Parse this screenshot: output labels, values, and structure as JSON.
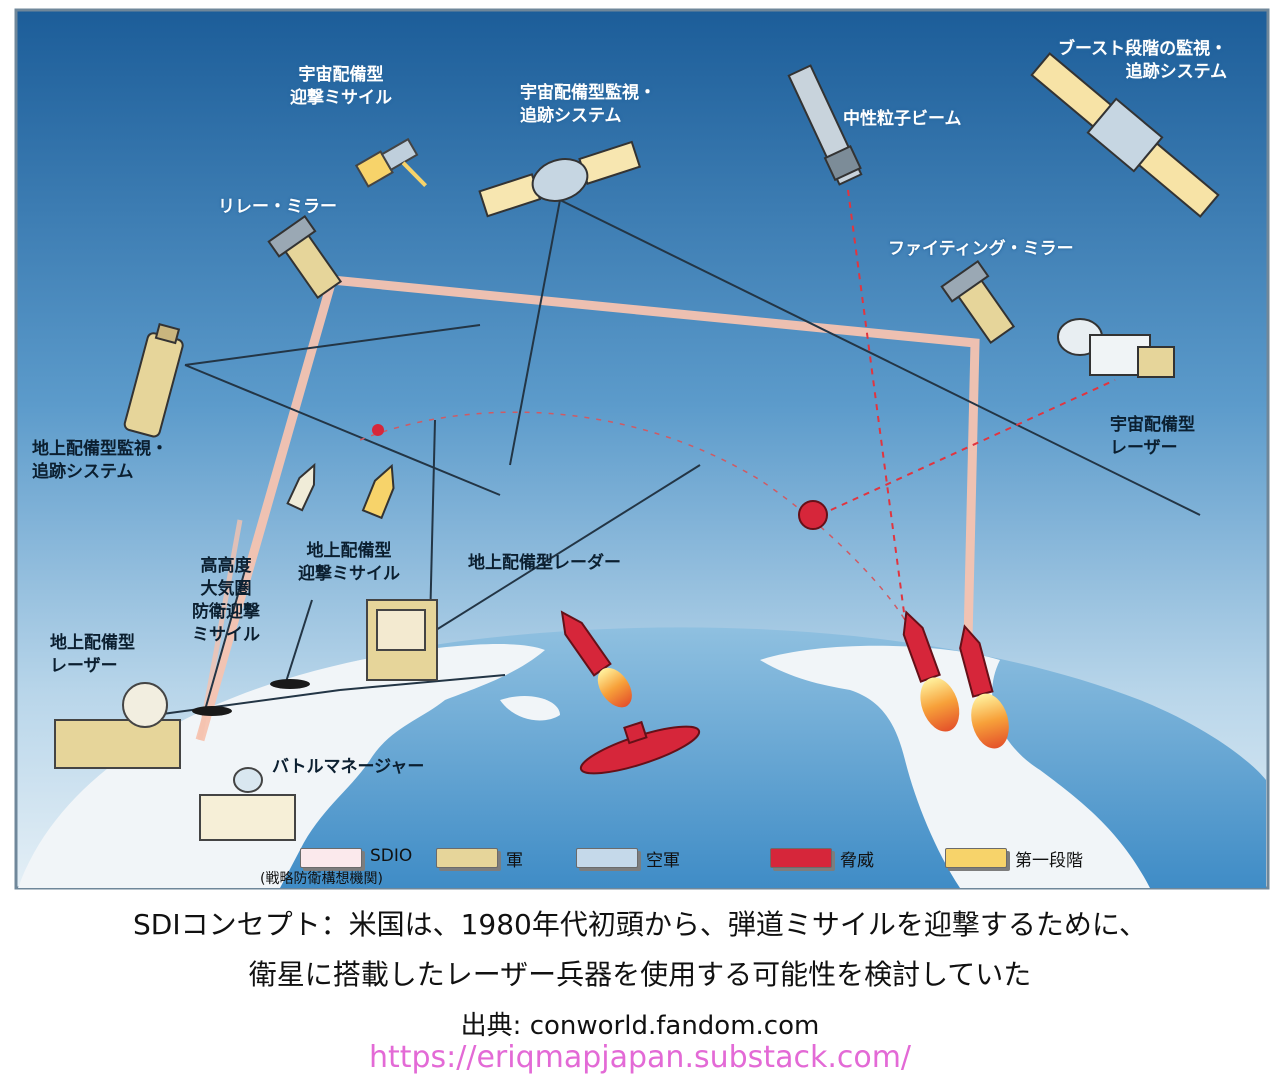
{
  "labels": {
    "space_interceptor": "宇宙配備型\n迎撃ミサイル",
    "space_tracking": "宇宙配備型監視・\n追跡システム",
    "neutral_beam": "中性粒子ビーム",
    "boost_tracking": "ブースト段階の監視・\n追跡システム",
    "relay_mirror": "リレー・ミラー",
    "fighting_mirror": "ファイティング・ミラー",
    "space_laser": "宇宙配備型\nレーザー",
    "ground_tracking": "地上配備型監視・\n追跡システム",
    "hedi": "高高度\n大気圏\n防衛迎撃\nミサイル",
    "ground_interceptor": "地上配備型\n迎撃ミサイル",
    "ground_radar": "地上配備型レーダー",
    "ground_laser": "地上配備型\nレーザー",
    "battle_manager": "バトルマネージャー"
  },
  "legend": [
    {
      "label": "SDIO",
      "sub": "(戦略防衛構想機関)",
      "color": "#fbe9ec"
    },
    {
      "label": "軍",
      "sub": "",
      "color": "#e6d59a"
    },
    {
      "label": "空軍",
      "sub": "",
      "color": "#c5d9ea"
    },
    {
      "label": "脅威",
      "sub": "",
      "color": "#d6263a"
    },
    {
      "label": "第一段階",
      "sub": "",
      "color": "#f7d36a"
    }
  ],
  "caption": {
    "line1": "SDIコンセプト：米国は、1980年代初頭から、弾道ミサイルを迎撃するために、",
    "line2": "衛星に搭載したレーザー兵器を使用する可能性を検討していた",
    "source": "出典: conworld.fandom.com",
    "url": "https://eriqmapjapan.substack.com/"
  },
  "colors": {
    "sky_top": "#1f5f9a",
    "sky_bottom": "#dcebf4",
    "beam_sdio": "#f7c7b6",
    "threat": "#d6263a",
    "army": "#e6d59a",
    "stage1": "#f7d36a",
    "url": "#e36ad6"
  }
}
